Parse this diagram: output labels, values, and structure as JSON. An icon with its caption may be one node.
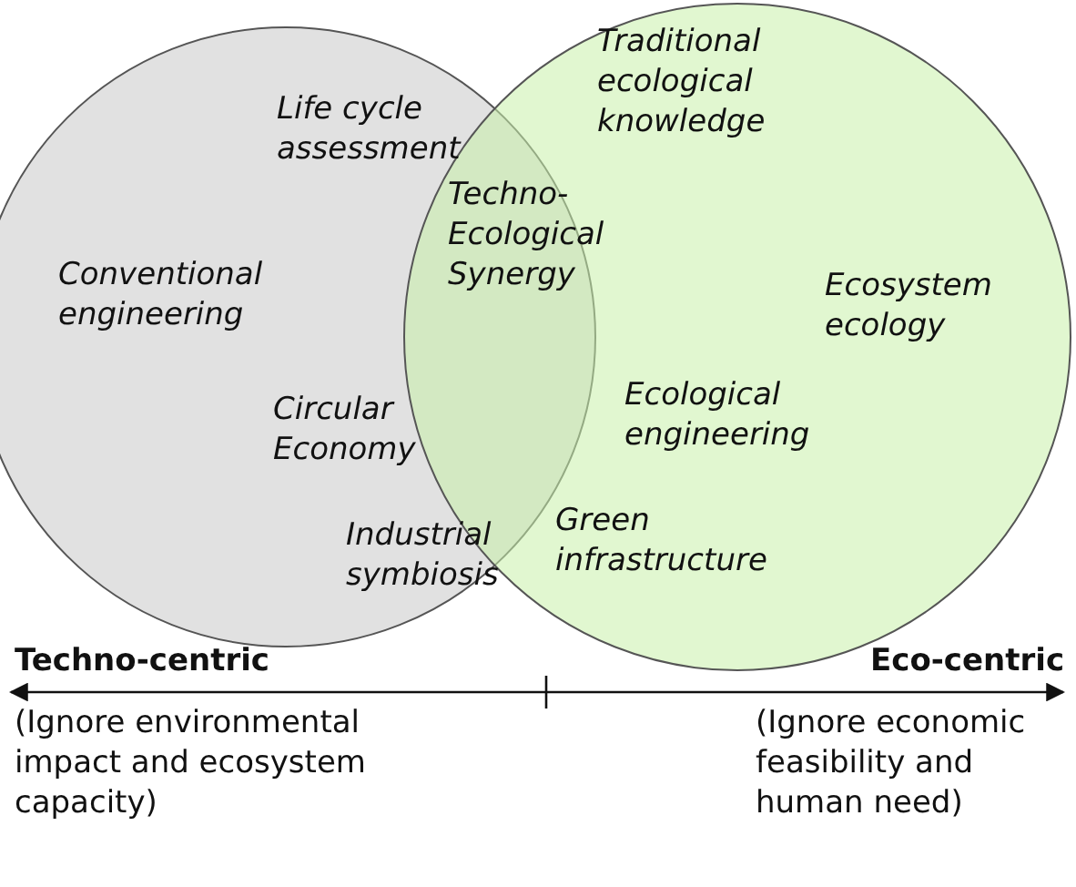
{
  "diagram": {
    "nodes": [
      {
        "text": [],
        "shape": "circle"
      },
      {
        "text": [],
        "shape": "circle"
      }
    ],
    "edges": [],
    "labels": [
      "Life cycle assessment",
      "Traditional ecological knowledge",
      "Techno-Ecological Synergy",
      "Conventional engineering",
      "Ecosystem ecology",
      "Circular Economy",
      "Ecological engineering",
      "Industrial symbiosis",
      "Green infrastructure",
      "Techno-centric",
      "Eco-centric",
      "(Ignore environmental impact and ecosystem capacity)",
      "(Ignore economic feasibility and human need)"
    ]
  }
}
